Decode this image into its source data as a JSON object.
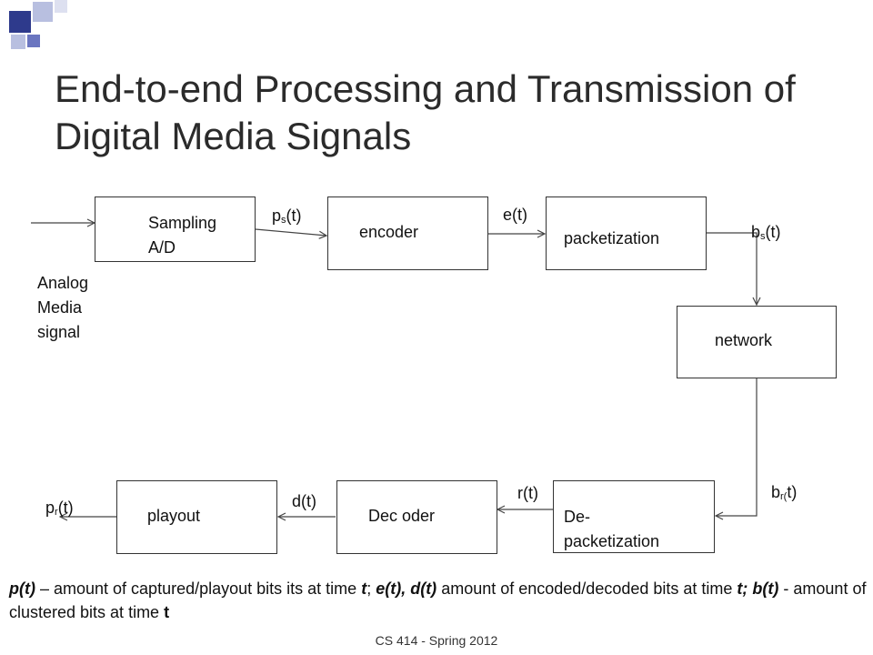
{
  "slide": {
    "title": "End-to-end Processing and Transmission of Digital Media Signals",
    "footer": "CS 414 - Spring 2012"
  },
  "decoration": {
    "square_colors": [
      "#2e3a8c",
      "#b8bfe0",
      "#6a75c0"
    ]
  },
  "diagram": {
    "input_label": [
      "Analog",
      "Media",
      "signal"
    ],
    "boxes": {
      "sampling": [
        "Sampling",
        "A/D"
      ],
      "encoder": "encoder",
      "packetization": "packetization",
      "network": "network",
      "depacketization": [
        "De-",
        "packetization"
      ],
      "decoder": "Dec oder",
      "playout": "playout"
    },
    "signals": {
      "ps": {
        "base": "p",
        "sub": "s",
        "rest": "(t)"
      },
      "et": "e(t)",
      "bs": {
        "base": "b",
        "sub": "s",
        "rest": "(t)"
      },
      "br": {
        "base": "b",
        "sub": "r(",
        "rest": "t)"
      },
      "rt": "r(t)",
      "dt": "d(t)",
      "pr": {
        "base": "p",
        "sub": "r",
        "rest": "(t)"
      }
    }
  },
  "caption": {
    "p_t": "p(t)",
    "part1": " – amount of captured/playout bits its at time ",
    "t1": "t",
    "sep1": "; ",
    "e_d": "e(t), d(t)",
    "part2": " amount of encoded/decoded bits at time ",
    "t2": "t;",
    "sep2": " ",
    "b_t": "b(t)",
    "part3": " - amount of clustered bits at time ",
    "t3": "t"
  }
}
